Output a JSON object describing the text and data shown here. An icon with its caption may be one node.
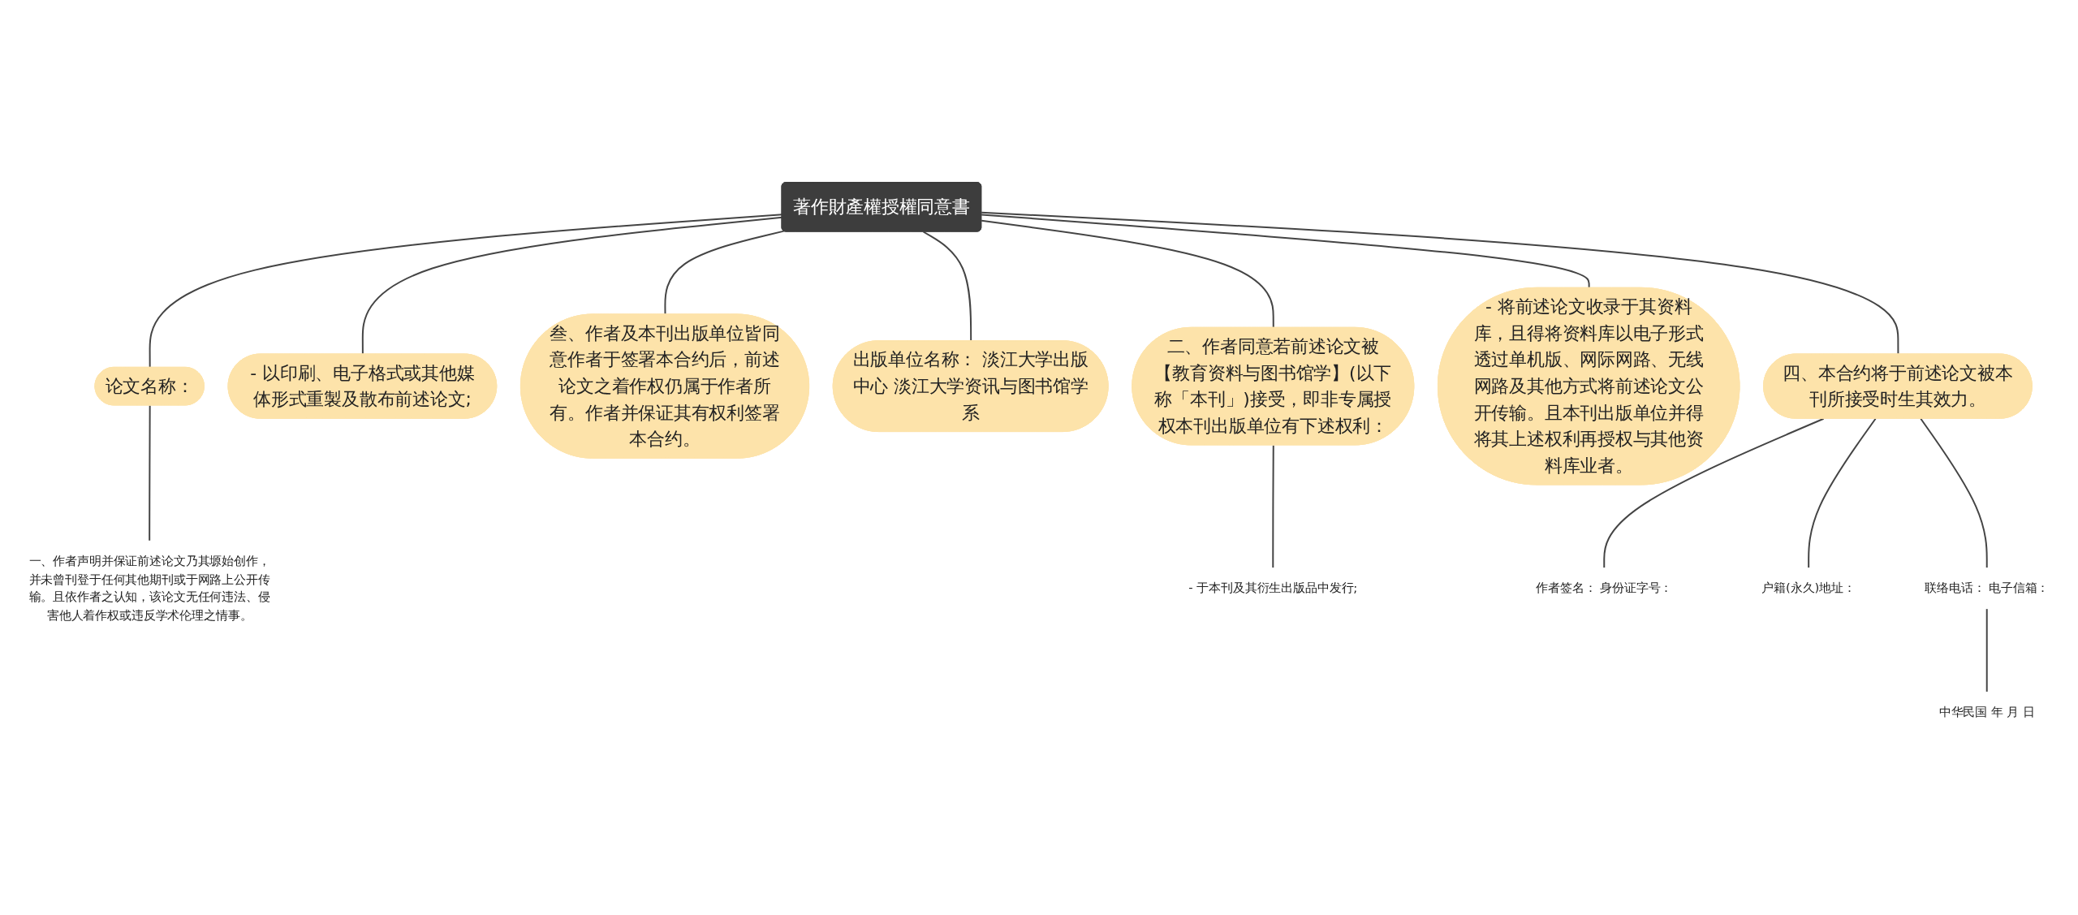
{
  "diagram": {
    "nodes": [
      {
        "text": [
          "著作財產權授權同意書"
        ]
      },
      {
        "text": [
          "论文名称："
        ]
      },
      {
        "text": [
          "一、作者声明并保证前述论文乃其塬始创作，并未曾刊登于任何其他期刊或于网路上公开传输。且依作者之认知，该论文无任何违法、侵害他人着作权或违反学术伦理之情事。"
        ]
      },
      {
        "text": [
          "- 以印刷、电子格式或其他媒体形式重製及散布前述论文;"
        ]
      },
      {
        "text": [
          "叁、作者及本刊出版单位皆同意作者于签署本合约后，前述论文之着作权仍属于作者所有。作者并保证其有权利签署本合约。"
        ]
      },
      {
        "text": [
          "出版单位名称： 淡江大学出版中心 淡江大学资讯与图书馆学系"
        ]
      },
      {
        "text": [
          "二、作者同意若前述论文被【教育资料与图书馆学】(以下称「本刊」)接受，即非专属授权本刊出版单位有下述权利："
        ]
      },
      {
        "text": [
          "- 于本刊及其衍生出版品中发行;"
        ]
      },
      {
        "text": [
          "- 将前述论文收录于其资料库，且得将资料库以电子形式透过单机版、网际网路、无线网路及其他方式将前述论文公开传输。且本刊出版单位并得将其上述权利再授权与其他资料库业者。"
        ]
      },
      {
        "text": [
          "四、本合约将于前述论文被本刊所接受时生其效力。"
        ]
      },
      {
        "text": [
          "作者签名： 身份证字号："
        ]
      },
      {
        "text": [
          "户籍(永久)地址："
        ]
      },
      {
        "text": [
          "联络电话： 电子信箱："
        ]
      },
      {
        "text": [
          "中华民国 年 月 日"
        ]
      }
    ],
    "edges": [
      {
        "from": 0,
        "to": 1,
        "arrow": "none"
      },
      {
        "from": 1,
        "to": 2,
        "arrow": "none"
      },
      {
        "from": 0,
        "to": 3,
        "arrow": "none"
      },
      {
        "from": 0,
        "to": 4,
        "arrow": "none"
      },
      {
        "from": 0,
        "to": 5,
        "arrow": "none"
      },
      {
        "from": 0,
        "to": 6,
        "arrow": "none"
      },
      {
        "from": 6,
        "to": 7,
        "arrow": "none"
      },
      {
        "from": 0,
        "to": 8,
        "arrow": "none"
      },
      {
        "from": 0,
        "to": 9,
        "arrow": "none"
      },
      {
        "from": 9,
        "to": 10,
        "arrow": "none"
      },
      {
        "from": 9,
        "to": 11,
        "arrow": "none"
      },
      {
        "from": 9,
        "to": 12,
        "arrow": "none"
      },
      {
        "from": 12,
        "to": 13,
        "arrow": "none"
      }
    ]
  }
}
